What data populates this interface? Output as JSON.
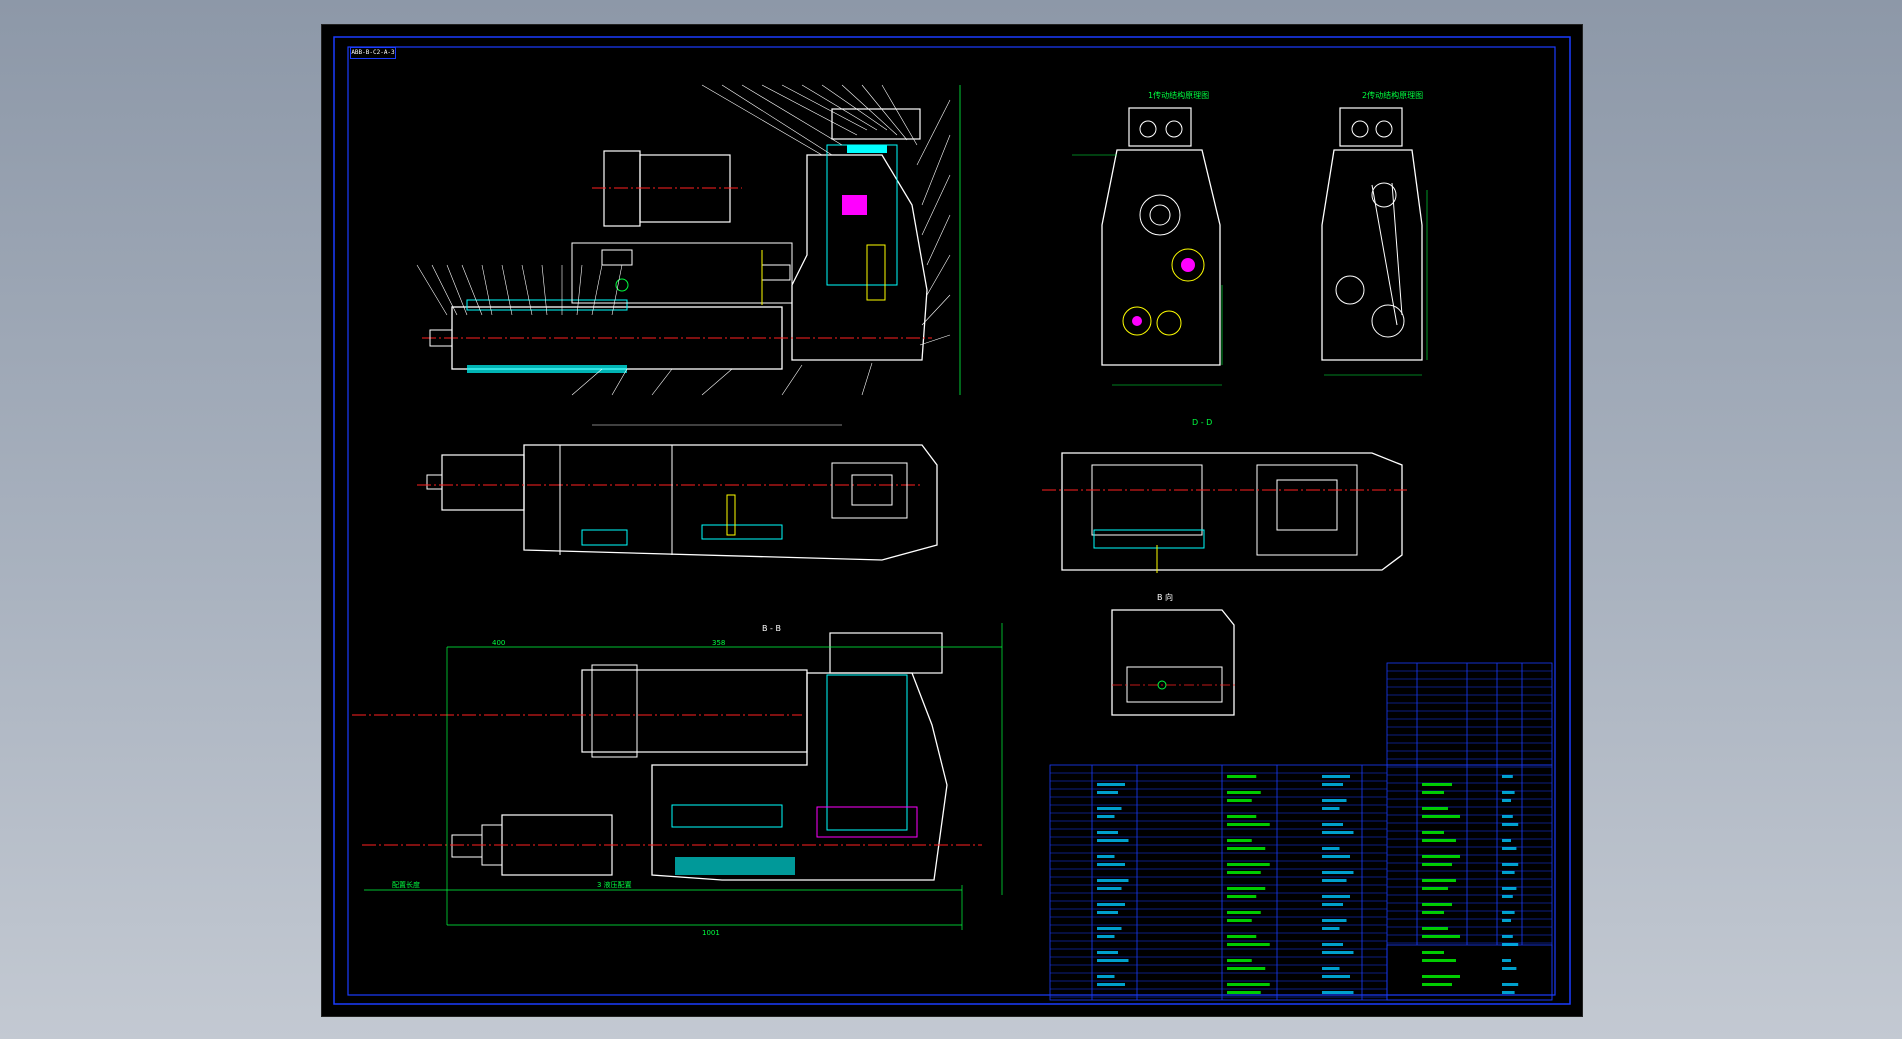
{
  "drawing": {
    "drawing_number": "ABB-B-C2-A-3",
    "views": {
      "view_b_b": "B - B",
      "view_d_d": "D - D",
      "view_b_dir": "B 向",
      "top_left_schematic": "1传动结构原理图",
      "top_right_schematic": "2传动结构原理图"
    },
    "dims": {
      "overall_length": "1001",
      "left_span": "400",
      "right_span": "358",
      "bottom_left_label": "配置长度",
      "bottom_mid_label": "3 液压配置"
    }
  },
  "colors": {
    "background": "#000000",
    "frame": "#1a3cff",
    "dim": "#00ff40",
    "outline": "#ffffff",
    "center": "#ff2020",
    "hidden": "#00ffff",
    "accent": "#ff00ff",
    "table_text": "#00ff00",
    "leader": "#ffff00"
  }
}
